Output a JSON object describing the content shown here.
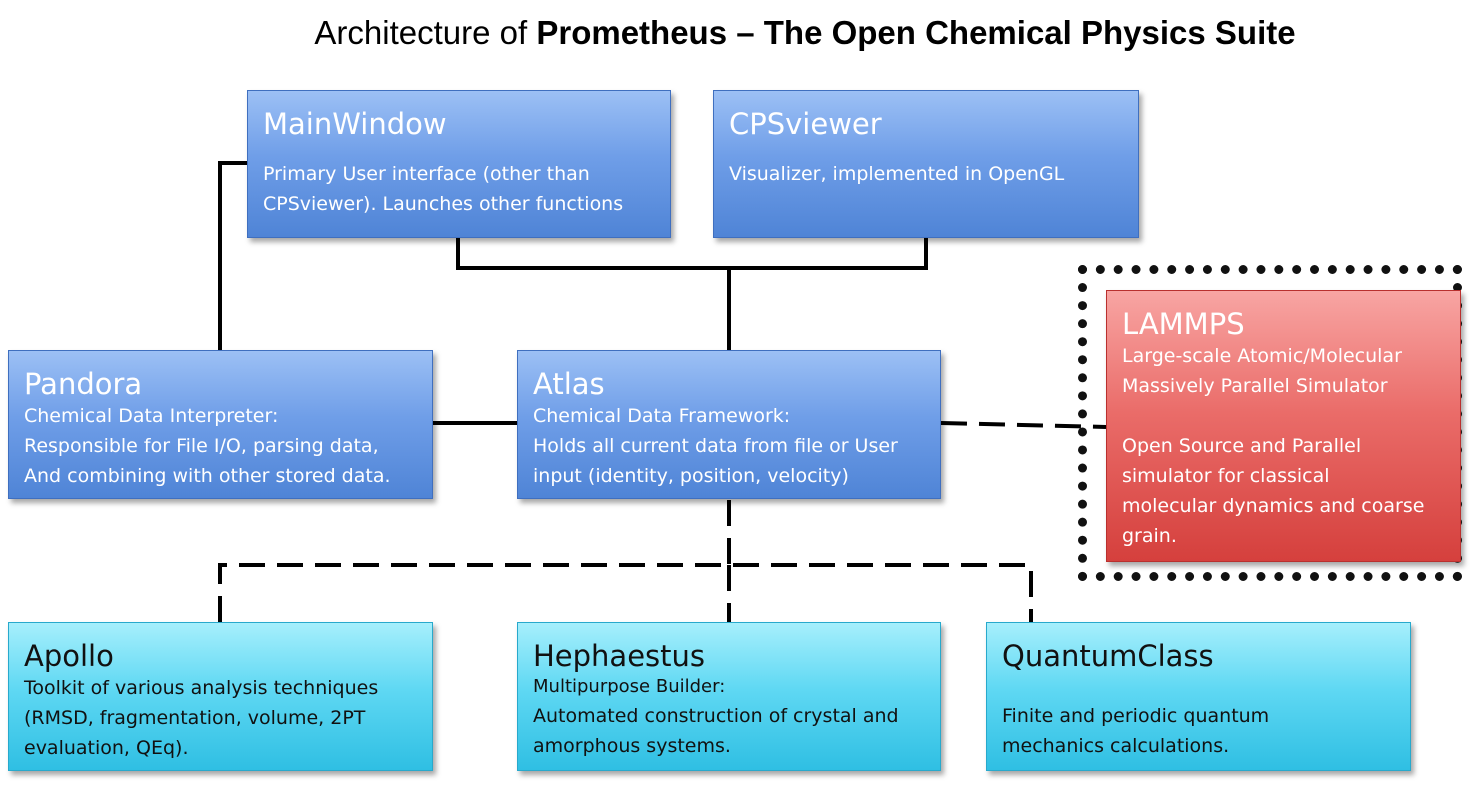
{
  "title": {
    "prefix": "Architecture of",
    "bold": "Prometheus – The Open Chemical Physics Suite"
  },
  "nodes": {
    "mainwindow": {
      "heading": "MainWindow",
      "text": "Primary User interface (other than\nCPSviewer).  Launches other functions"
    },
    "cpsviewer": {
      "heading": "CPSviewer",
      "text": "Visualizer, implemented in OpenGL"
    },
    "pandora": {
      "heading": "Pandora",
      "text": "Chemical Data Interpreter:\nResponsible for File I/O, parsing data,\nAnd combining with other stored data."
    },
    "atlas": {
      "heading": "Atlas",
      "text": "Chemical Data Framework:\nHolds all current data from file or User\ninput (identity, position, velocity)"
    },
    "lammps": {
      "heading": "LAMMPS",
      "text": "Large-scale Atomic/Molecular\nMassively Parallel Simulator\n\nOpen Source and Parallel\nsimulator for classical\nmolecular dynamics and coarse\ngrain."
    },
    "apollo": {
      "heading": "Apollo",
      "text": "Toolkit of various analysis techniques\n(RMSD, fragmentation, volume, 2PT\nevaluation, QEq)."
    },
    "hephaestus": {
      "heading": "Hephaestus",
      "subtitle": "Multipurpose Builder:",
      "text": "Automated construction of crystal and\namorphous systems."
    },
    "quantumclass": {
      "heading": "QuantumClass",
      "text": "Finite and periodic quantum\nmechanics calculations."
    }
  },
  "colors": {
    "core_box": "#5b8fdc",
    "module_box": "#4fd0ee",
    "external_box": "#e25552",
    "connector": "#000000"
  }
}
